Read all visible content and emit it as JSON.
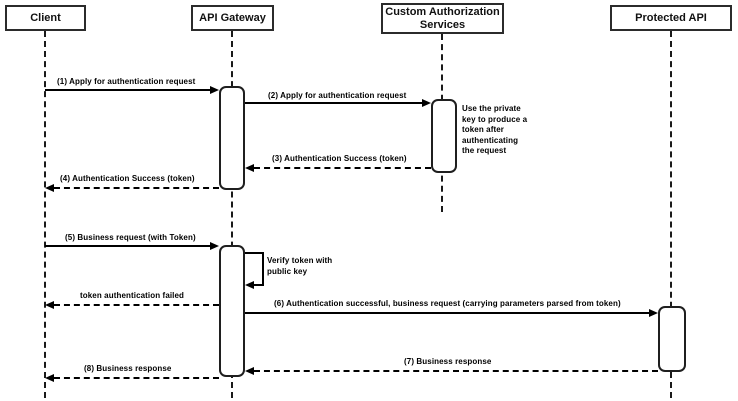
{
  "diagram": {
    "type": "sequence",
    "participants": [
      {
        "label": "Client"
      },
      {
        "label": "API Gateway"
      },
      {
        "label": "Custom Authorization Services"
      },
      {
        "label": "Protected API"
      }
    ],
    "messages": [
      {
        "label": "(1) Apply for authentication request",
        "from": "Client",
        "to": "API Gateway",
        "line": "solid"
      },
      {
        "label": "(2) Apply for authentication request",
        "from": "API Gateway",
        "to": "Custom Authorization Services",
        "line": "solid"
      },
      {
        "label": "(3) Authentication Success (token)",
        "from": "Custom Authorization Services",
        "to": "API Gateway",
        "line": "dashed"
      },
      {
        "label": "(4) Authentication Success (token)",
        "from": "API Gateway",
        "to": "Client",
        "line": "dashed"
      },
      {
        "label": "(5) Business request (with Token)",
        "from": "Client",
        "to": "API Gateway",
        "line": "solid"
      },
      {
        "label": "Verify token with public key",
        "from": "API Gateway",
        "to": "API Gateway",
        "line": "self-loop"
      },
      {
        "label": "token authentication failed",
        "from": "API Gateway",
        "to": "Client",
        "line": "dashed"
      },
      {
        "label": "(6) Authentication successful, business request (carrying parameters parsed from token)",
        "from": "API Gateway",
        "to": "Protected API",
        "line": "solid"
      },
      {
        "label": "(7) Business response",
        "from": "Protected API",
        "to": "API Gateway",
        "line": "dashed"
      },
      {
        "label": "(8) Business response",
        "from": "API Gateway",
        "to": "Client",
        "line": "dashed"
      }
    ],
    "notes": [
      {
        "text": "Use the private key to produce a token after authenticating the request",
        "attached_to": "Custom Authorization Services"
      }
    ]
  }
}
